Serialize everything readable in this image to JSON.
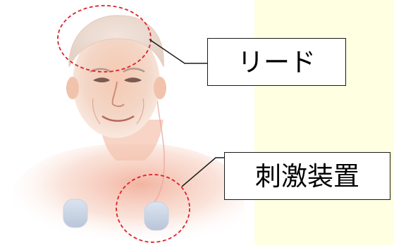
{
  "labels": {
    "lead": "リード",
    "stimulator": "刺激装置"
  },
  "colors": {
    "background": "#ffffe2",
    "highlight_circle": "#e0202a",
    "leader_line": "#1a1a1a",
    "label_border": "#1a1a1a"
  },
  "icons": {
    "lead_marker": "dashed-red-ellipse",
    "stimulator_marker": "dashed-red-ellipse"
  }
}
